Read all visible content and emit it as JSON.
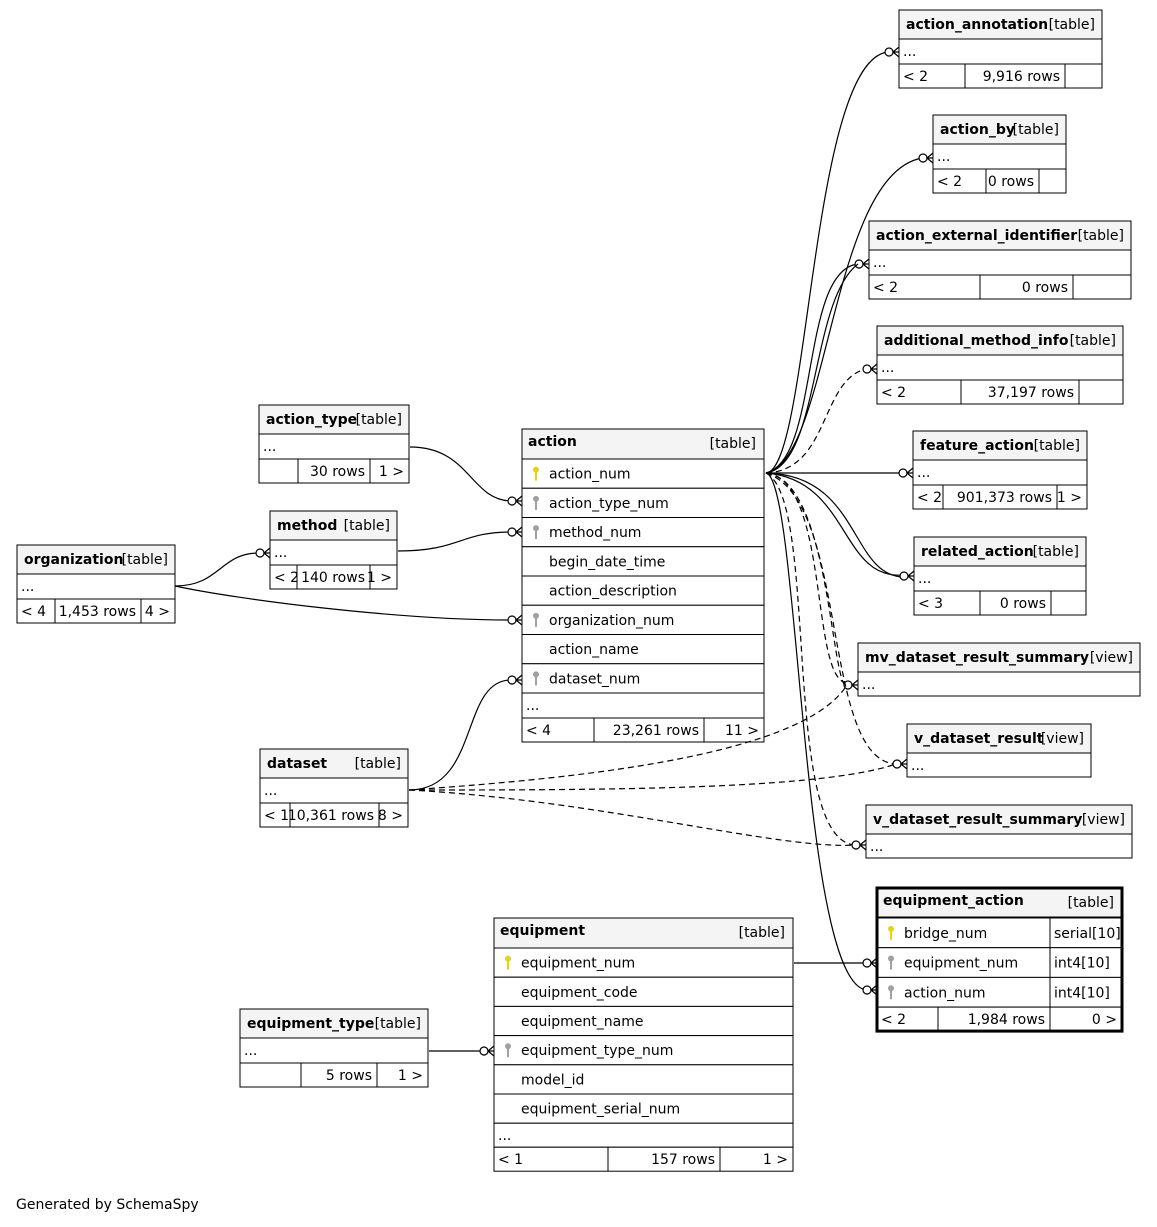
{
  "footer": "Generated by SchemaSpy",
  "key_icon_colors": {
    "primary": "#e8d310",
    "foreign": "#a0a0a0"
  },
  "tables": {
    "action_annotation": {
      "name": "action_annotation",
      "type": "[table]",
      "ellipsis": "...",
      "parents": "< 2",
      "rows": "9,916 rows",
      "children": ""
    },
    "action_by": {
      "name": "action_by",
      "type": "[table]",
      "ellipsis": "...",
      "parents": "< 2",
      "rows": "0 rows",
      "children": ""
    },
    "action_external_identifier": {
      "name": "action_external_identifier",
      "type": "[table]",
      "ellipsis": "...",
      "parents": "< 2",
      "rows": "0 rows",
      "children": ""
    },
    "additional_method_info": {
      "name": "additional_method_info",
      "type": "[table]",
      "ellipsis": "...",
      "parents": "< 2",
      "rows": "37,197 rows",
      "children": ""
    },
    "feature_action": {
      "name": "feature_action",
      "type": "[table]",
      "ellipsis": "...",
      "parents": "< 2",
      "rows": "901,373 rows",
      "children": "1 >"
    },
    "related_action": {
      "name": "related_action",
      "type": "[table]",
      "ellipsis": "...",
      "parents": "< 3",
      "rows": "0 rows",
      "children": ""
    },
    "mv_dataset_result_summary": {
      "name": "mv_dataset_result_summary",
      "type": "[view]",
      "ellipsis": "..."
    },
    "v_dataset_result": {
      "name": "v_dataset_result",
      "type": "[view]",
      "ellipsis": "..."
    },
    "v_dataset_result_summary": {
      "name": "v_dataset_result_summary",
      "type": "[view]",
      "ellipsis": "..."
    },
    "action_type": {
      "name": "action_type",
      "type": "[table]",
      "ellipsis": "...",
      "parents": "",
      "rows": "30 rows",
      "children": "1 >"
    },
    "method": {
      "name": "method",
      "type": "[table]",
      "ellipsis": "...",
      "parents": "< 2",
      "rows": "140 rows",
      "children": "1 >"
    },
    "organization": {
      "name": "organization",
      "type": "[table]",
      "ellipsis": "...",
      "parents": "< 4",
      "rows": "1,453 rows",
      "children": "4 >"
    },
    "dataset": {
      "name": "dataset",
      "type": "[table]",
      "ellipsis": "...",
      "parents": "< 1",
      "rows": "10,361 rows",
      "children": "8 >"
    },
    "equipment_type": {
      "name": "equipment_type",
      "type": "[table]",
      "ellipsis": "...",
      "parents": "",
      "rows": "5 rows",
      "children": "1 >"
    },
    "action": {
      "name": "action",
      "type": "[table]",
      "ellipsis": "...",
      "parents": "< 4",
      "rows": "23,261 rows",
      "children": "11 >",
      "columns": [
        "action_num",
        "action_type_num",
        "method_num",
        "begin_date_time",
        "action_description",
        "organization_num",
        "action_name",
        "dataset_num"
      ]
    },
    "equipment": {
      "name": "equipment",
      "type": "[table]",
      "ellipsis": "...",
      "parents": "< 1",
      "rows": "157 rows",
      "children": "1 >",
      "columns": [
        "equipment_num",
        "equipment_code",
        "equipment_name",
        "equipment_type_num",
        "model_id",
        "equipment_serial_num"
      ]
    },
    "equipment_action": {
      "name": "equipment_action",
      "type": "[table]",
      "parents": "< 2",
      "rows": "1,984 rows",
      "children": "0 >",
      "columns": [
        "bridge_num",
        "equipment_num",
        "action_num"
      ],
      "column_types": [
        "serial[10]",
        "int4[10]",
        "int4[10]"
      ]
    }
  }
}
